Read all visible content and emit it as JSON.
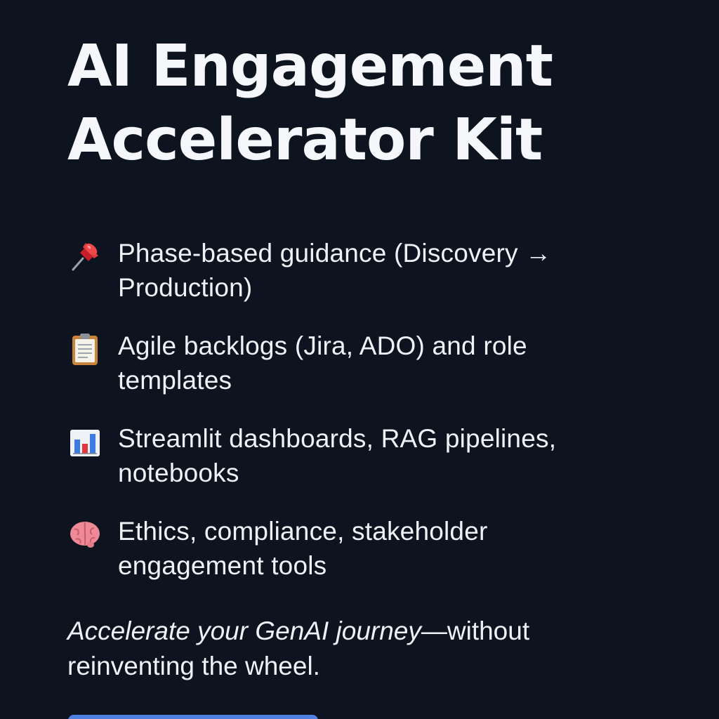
{
  "title": {
    "line1": "AI Engagement",
    "line2": "Accelerator Kit"
  },
  "features": [
    {
      "icon": "pushpin-icon",
      "text": "Phase-based guidance (Discovery → Production)"
    },
    {
      "icon": "clipboard-icon",
      "text": "Agile backlogs (Jira, ADO) and role templates"
    },
    {
      "icon": "bar-chart-icon",
      "text": "Streamlit dashboards, RAG pipelines, notebooks"
    },
    {
      "icon": "brain-icon",
      "text": "Ethics, compliance, stakeholder engagement tools"
    }
  ],
  "tagline": {
    "emphasis": "Accelerate your GenAI journey",
    "rest": "—without reinventing the wheel."
  },
  "colors": {
    "background": "#0d131f",
    "text": "#f2f4f7",
    "accent": "#4f7fe0"
  }
}
